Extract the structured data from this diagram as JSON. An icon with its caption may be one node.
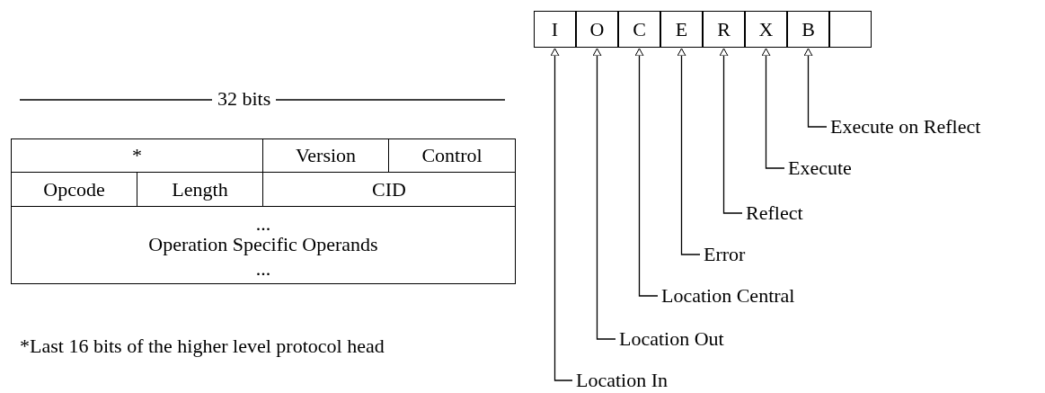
{
  "diagram": {
    "nodes": [
      {
        "text": [
          "I"
        ]
      },
      {
        "text": [
          "O"
        ]
      },
      {
        "text": [
          "C"
        ]
      },
      {
        "text": [
          "E"
        ]
      },
      {
        "text": [
          "R"
        ]
      },
      {
        "text": [
          "X"
        ]
      },
      {
        "text": [
          "B"
        ]
      },
      {
        "text": [],
        "shape": "box"
      },
      {
        "text": [
          "Execute on Reflect"
        ]
      },
      {
        "text": [
          "Execute"
        ]
      },
      {
        "text": [
          "Reflect"
        ]
      },
      {
        "text": [
          "Error"
        ]
      },
      {
        "text": [
          "Location Central"
        ]
      },
      {
        "text": [
          "Location Out"
        ]
      },
      {
        "text": [
          "Location In"
        ]
      }
    ],
    "edges": [
      {
        "from": 8,
        "to": 6,
        "arrow": "to"
      },
      {
        "from": 9,
        "to": 5,
        "arrow": "to"
      },
      {
        "from": 10,
        "to": 4,
        "arrow": "to"
      },
      {
        "from": 11,
        "to": 3,
        "arrow": "to"
      },
      {
        "from": 12,
        "to": 2,
        "arrow": "to"
      },
      {
        "from": 13,
        "to": 1,
        "arrow": "to"
      },
      {
        "from": 14,
        "to": 0,
        "arrow": "to"
      }
    ],
    "labels": [
      "32 bits",
      "*",
      "Version",
      "Control",
      "Opcode",
      "Length",
      "CID",
      "...",
      "Operation Specific Operands",
      "...",
      "*Last 16 bits of the higher level protocol head"
    ]
  }
}
